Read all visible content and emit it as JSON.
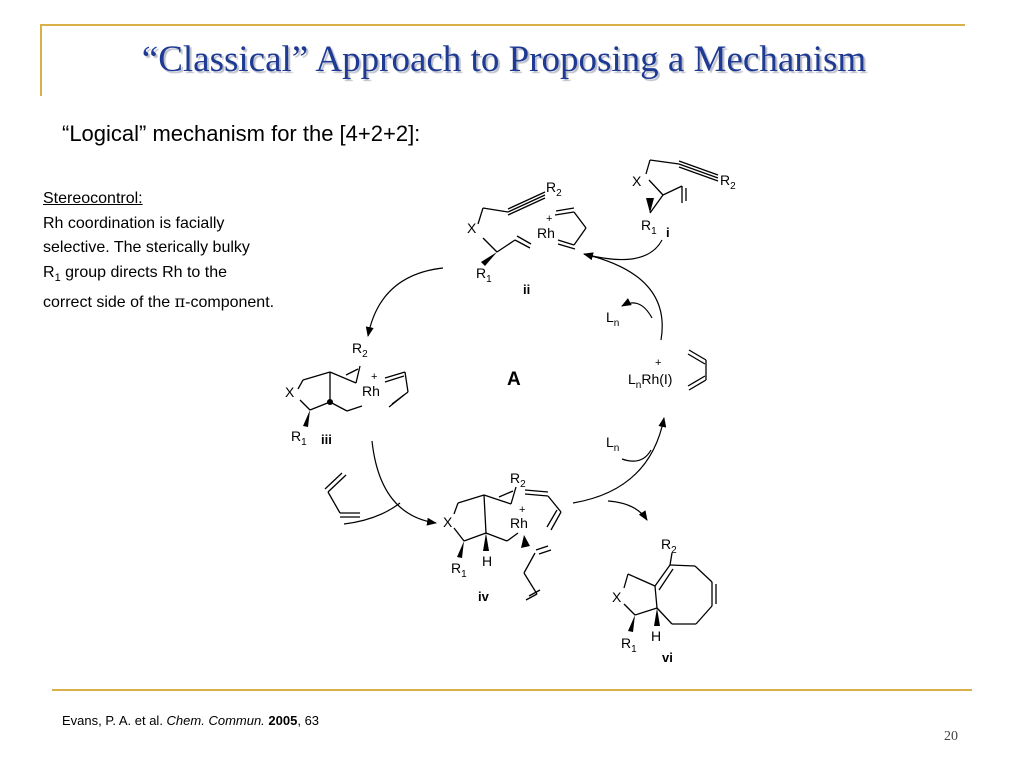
{
  "slide": {
    "title": "“Classical” Approach to Proposing a Mechanism",
    "subtitle": "“Logical” mechanism for the [4+2+2]:",
    "page_number": "20"
  },
  "stereocontrol": {
    "heading": "Stereocontrol:",
    "line1": "Rh coordination is facially",
    "line2": "selective. The sterically bulky",
    "line3_pre": "R",
    "line3_sub": "1",
    "line3_post": " group directs Rh to the",
    "line4_pre": "correct side of the ",
    "line4_pi": "π",
    "line4_post": "-component."
  },
  "scheme": {
    "center_label": "A",
    "labels": {
      "i": "i",
      "ii": "ii",
      "iii": "iii",
      "iv": "iv",
      "vi": "vi"
    },
    "atoms": {
      "x": "X",
      "r": "R",
      "sub1": "1",
      "sub2": "2",
      "rh": "Rh",
      "plus": "+",
      "h": "H",
      "l": "L",
      "n": "n",
      "rh_one": "Rh(I)"
    }
  },
  "citation": {
    "authors": "Evans, P. A. et al. ",
    "journal": "Chem. Commun.",
    "year": "2005",
    "pages": ", 63"
  }
}
